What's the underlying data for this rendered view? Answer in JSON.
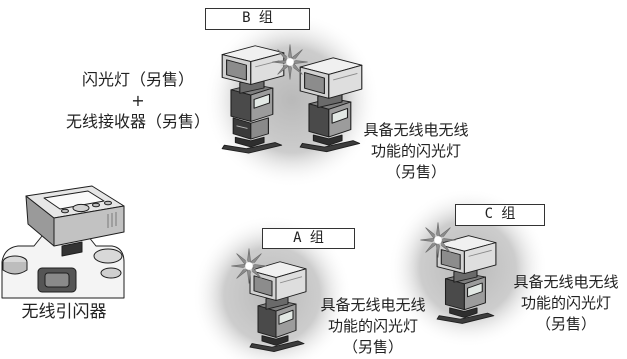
{
  "group_b": {
    "label": "B 组",
    "receiver_caption": [
      "闪光灯（另售）",
      "+",
      "无线接收器（另售）"
    ],
    "flash_caption": [
      "具备无线电无线",
      "功能的闪光灯",
      "（另售）"
    ]
  },
  "group_a": {
    "label": "A 组",
    "flash_caption": [
      "具备无线电无线",
      "功能的闪光灯",
      "（另售）"
    ]
  },
  "group_c": {
    "label": "C 组",
    "flash_caption": [
      "具备无线电无线",
      "功能的闪光灯",
      "（另售）"
    ]
  },
  "commander": {
    "caption": "无线引闪器"
  },
  "icons": {
    "flash_with_receiver": "flash-with-receiver-icon",
    "radio_flash": "radio-flash-icon",
    "commander_on_camera": "camera-with-commander-icon",
    "flash_burst": "flash-burst-icon"
  },
  "colors": {
    "glow": "#b9b9b9",
    "label_border": "#333333",
    "text": "#222222"
  }
}
